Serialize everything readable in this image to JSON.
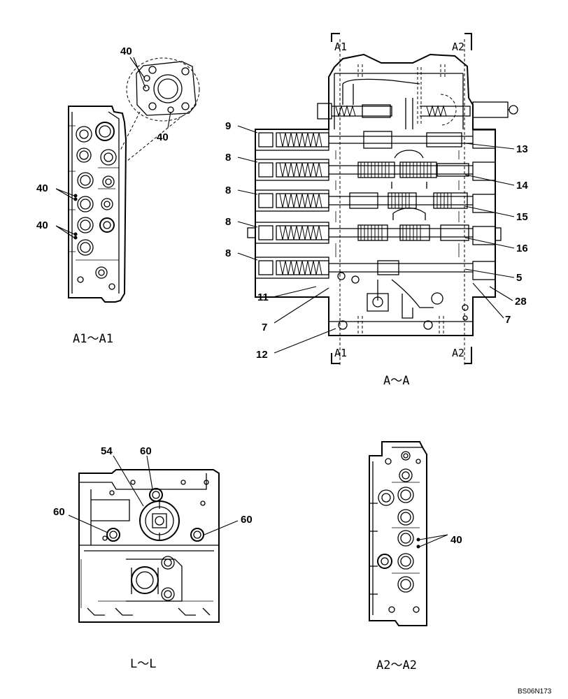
{
  "views": {
    "a1": {
      "caption": "A1～A1",
      "callouts": [
        "40",
        "40",
        "40",
        "40"
      ]
    },
    "aa": {
      "caption": "A～A",
      "section_marks": [
        "A1",
        "A2",
        "A1",
        "A2"
      ],
      "callouts": [
        "9",
        "8",
        "8",
        "8",
        "8",
        "11",
        "7",
        "12",
        "13",
        "14",
        "15",
        "16",
        "5",
        "28",
        "7"
      ]
    },
    "ll": {
      "caption": "L～L",
      "callouts": [
        "54",
        "60",
        "60",
        "60"
      ]
    },
    "a2": {
      "caption": "A2～A2",
      "callouts": [
        "40"
      ]
    }
  },
  "drawing_code": "BS06N173"
}
